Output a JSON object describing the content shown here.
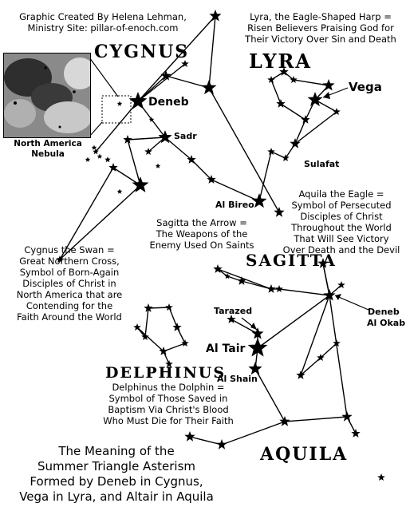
{
  "credit": {
    "line1": "Graphic Created By Helena Lehman,",
    "line2": "Ministry Site: pillar-of-enoch.com"
  },
  "constellations": {
    "cygnus": "CYGNUS",
    "lyra": "LYRA",
    "sagitta": "SAGITTA",
    "delphinus": "DELPHINUS",
    "aquila": "AQUILA"
  },
  "stars": {
    "deneb": "Deneb",
    "vega": "Vega",
    "sadr": "Sadr",
    "sulafat": "Sulafat",
    "albireo": "Al Bireo",
    "tarazed": "Tarazed",
    "altair": "Al Tair",
    "alshain": "Al Shain",
    "deneb_al_okab_1": "Deneb",
    "deneb_al_okab_2": "Al Okab"
  },
  "nebula": {
    "line1": "North America",
    "line2": "Nebula"
  },
  "descriptions": {
    "lyra": "Lyra, the Eagle-Shaped Harp =\nRisen Believers Praising God for\nTheir Victory Over Sin and Death",
    "aquila": "Aquila the Eagle =\nSymbol of Persecuted\nDisciples of Christ\nThroughout the World\nThat Will See Victory\nOver Death and the Devil",
    "sagitta": "Sagitta the Arrow =\nThe Weapons of the\nEnemy Used On Saints",
    "cygnus": "Cygnus the Swan =\nGreat Northern Cross,\nSymbol of Born-Again\nDisciples of Christ in\nNorth America that are\nContending for the\nFaith Around the World",
    "delphinus": "Delphinus the Dolphin =\nSymbol of Those Saved in\nBaptism Via Christ's Blood\nWho Must Die for Their Faith"
  },
  "meaning": {
    "line1": "The Meaning of the",
    "line2": "Summer Triangle Asterism",
    "line3": "Formed by Deneb in Cygnus,",
    "line4": "Vega in Lyra, and Altair in Aquila"
  },
  "colors": {
    "ink": "#000000",
    "background": "#ffffff",
    "nebula_dark": "#2a2a2a",
    "nebula_light": "#b8b8b8"
  }
}
